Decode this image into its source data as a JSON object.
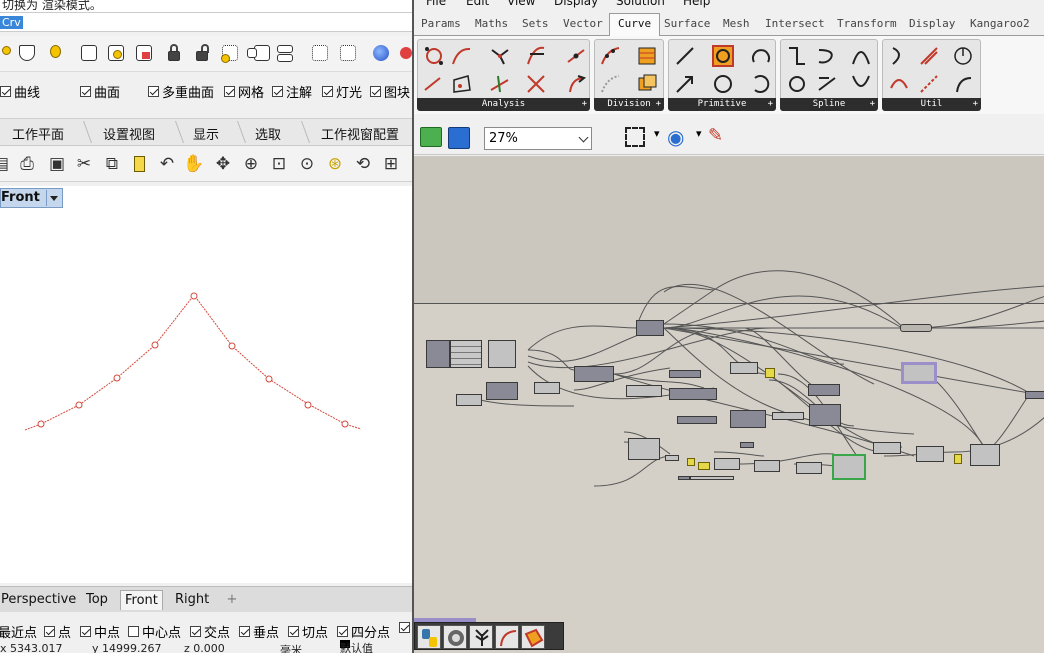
{
  "rhino": {
    "command_history": "切换为 渲染模式。",
    "command_prompt": "Crv",
    "display_checkboxes": [
      {
        "label": "曲线",
        "checked": true
      },
      {
        "label": "曲面",
        "checked": true
      },
      {
        "label": "多重曲面",
        "checked": true
      },
      {
        "label": "网格",
        "checked": true
      },
      {
        "label": "注解",
        "checked": true
      },
      {
        "label": "灯光",
        "checked": true
      },
      {
        "label": "图块",
        "checked": true
      }
    ],
    "toolbar_tabs": [
      "工作平面",
      "设置视图",
      "显示",
      "选取",
      "工作视窗配置"
    ],
    "viewport_name": "Front",
    "viewport_tabs": [
      "Perspective",
      "Top",
      "Front",
      "Right"
    ],
    "add_tab_symbol": "+",
    "osnaps": [
      {
        "label": "最近点",
        "checked": true
      },
      {
        "label": "点",
        "checked": true
      },
      {
        "label": "中点",
        "checked": true
      },
      {
        "label": "中心点",
        "checked": false
      },
      {
        "label": "交点",
        "checked": true
      },
      {
        "label": "垂点",
        "checked": true
      },
      {
        "label": "切点",
        "checked": true
      },
      {
        "label": "四分点",
        "checked": true
      }
    ],
    "status": {
      "x": "x 5343.017",
      "y": "y 14999.267",
      "z": "z 0.000",
      "units": "毫米",
      "layer": "默认值"
    },
    "curve_color": "#d24a3c"
  },
  "grasshopper": {
    "menu": [
      "File",
      "Edit",
      "View",
      "Display",
      "Solution",
      "Help"
    ],
    "tabs": [
      "Params",
      "Maths",
      "Sets",
      "Vector",
      "Curve",
      "Surface",
      "Mesh",
      "Intersect",
      "Transform",
      "Display",
      "Kangaroo2"
    ],
    "active_tab": "Curve",
    "panels": [
      "Analysis",
      "Division",
      "Primitive",
      "Spline",
      "Util"
    ],
    "zoom": "27%",
    "canvas_color": "#d4d0c8"
  }
}
